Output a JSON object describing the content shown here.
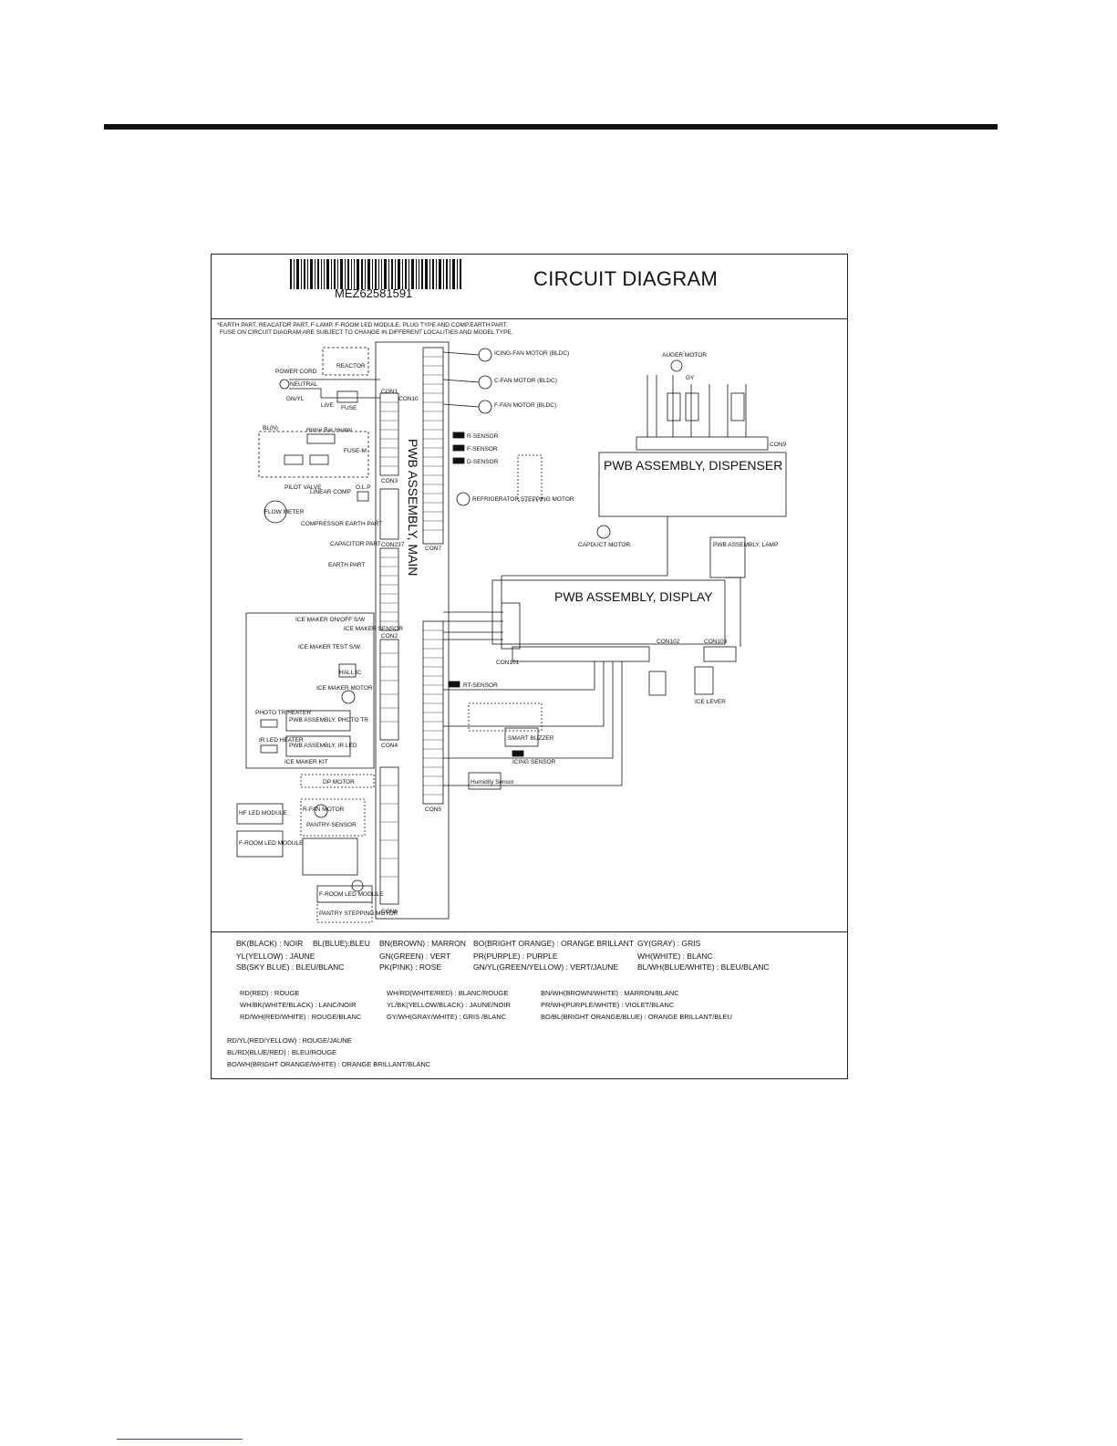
{
  "header": {
    "part_number": "MEZ62581591",
    "title": "CIRCUIT DIAGRAM"
  },
  "note": {
    "line1": "*EARTH PART, REACATOR PART, F-LAMP, F-ROOM LED MODULE, PLUG TYPE AND COMP.EARTH PART,",
    "line2": "FUSE ON CIRCUIT DIAGRAM ARE SUBJECT TO CHANGE IN DIFFERENT LOCALITIES AND MODEL TYPE."
  },
  "boards": {
    "main": "PWB ASSEMBLY, MAIN",
    "dispenser": "PWB ASSEMBLY, DISPENSER",
    "display": "PWB ASSEMBLY, DISPLAY",
    "lamp": "PWB ASSEMBLY, LAMP",
    "photo_tr": "PWB ASSEMBLY, PHOTO TR",
    "ir_led": "PWB ASSEMBLY, IR LED"
  },
  "labels": {
    "power_cord": "POWER CORD",
    "neutral": "NEUTRAL",
    "live": "LIVE",
    "gn_yl": "GN/YL",
    "reactor": "REACTOR",
    "fuse": "FUSE",
    "con1": "CON1",
    "con10": "CON10",
    "con3": "CON3",
    "con2": "CON2",
    "con4": "CON4",
    "con5": "CON5",
    "con6": "CON6",
    "con7": "CON7",
    "con9": "CON9",
    "con101": "CON101",
    "con102": "CON102",
    "con103": "CON103",
    "con237": "CON237",
    "icing_fan": "ICING-FAN MOTOR (BLDC)",
    "c_fan": "C-FAN MOTOR (BLDC)",
    "f_fan": "F-FAN MOTOR (BLDC)",
    "r_sensor": "R-SENSOR",
    "f_sensor": "F-SENSOR",
    "d_sensor": "D-SENSOR",
    "ref_step": "REFRIGERATOR STEPPING MOTOR",
    "home_bar": "Home Bar Heater",
    "fuse_m": "FUSE-M",
    "pilot_valve": "PILOT VALVE",
    "flow_meter": "FLOW METER",
    "linear_comp": "LINEAR COMP",
    "olp": "O.L.P",
    "comp_earth": "COMPRESSOR EARTH PART",
    "capacitor": "CAPACITOR PART",
    "earth_part": "EARTH PART",
    "bl_n": "BL(N)",
    "ice_onoff": "ICE MAKER ON/OFF S/W",
    "ice_test": "ICE MAKER TEST S/W",
    "ice_sensor": "ICE MAKER SENSOR",
    "hall_ic": "HALL IC",
    "ice_motor": "ICE MAKER MOTOR",
    "photo_heater": "PHOTO TR HEATER",
    "ir_heater": "IR LED HEATER",
    "ice_kit": "ICE MAKER KIT",
    "rt_sensor": "RT-SENSOR",
    "smart_buzzer": "SMART BUZZER",
    "icing_sensor": "ICING SENSOR",
    "humidity": "Humidity Sensor",
    "auger": "AUGER MOTOR",
    "gy": "GY",
    "capduct": "CAPDUCT MOTOR",
    "dp_motor": "DP MOTOR",
    "r_fan": "R-FAN MOTOR",
    "pantry_sensor": "PANTRY-SENSOR",
    "pantry_step": "PANTRY STEPPING MOTOR",
    "hf_led": "HF LED MODULE",
    "fr_led": "F-ROOM LED MODULE",
    "froom_led": "F-ROOM LED MODULE",
    "ice_lever": "ICE LEVER"
  },
  "legend": [
    [
      "BK(BLACK) : NOIR",
      "BL(BLUE):BLEU",
      "BN(BROWN) : MARRON",
      "BO(BRIGHT ORANGE) : ORANGE BRILLANT",
      "GY(GRAY) : GRIS"
    ],
    [
      "YL(YELLOW) : JAUNE",
      "GN(GREEN) : VERT",
      "PR(PURPLE) : PURPLE",
      "WH(WHITE) : BLANC"
    ],
    [
      "SB(SKY BLUE) : BLEU/BLANC",
      "PK(PINK) : ROSE",
      "GN/YL(GREEN/YELLOW) : VERT/JAUNE",
      "BL/WH(BLUE/WHITE) : BLEU/BLANC"
    ],
    [
      "RD(RED) : ROUGE",
      "WH/RD(WHITE/RED) : BLANC/ROUGE",
      "BN/WH(BROWN/WHITE) : MARRON/BLANC"
    ],
    [
      "WH/BK(WHITE/BLACK) : LANC/NOIR",
      "YL/BK(YELLOW/BLACK) : JAUNE/NOIR",
      "PR/WH(PURPLE/WHITE) : VIOLET/BLANC"
    ],
    [
      "RD/WH(RED/WHITE) : ROUGE/BLANC",
      "GY/WH(GRAY/WHITE) : GRIS /BLANC",
      "BO/BL(BRIGHT ORANGE/BLUE) : ORANGE BRILLANT/BLEU"
    ],
    [
      "RD/YL(RED/YELLOW) : ROUGE/JAUNE"
    ],
    [
      "BL/RD(BLUE/RED) : BLEU/ROUGE"
    ],
    [
      "BO/WH(BRIGHT ORANGE/WHITE) : ORANGE BRILLANT/BLANC"
    ]
  ]
}
